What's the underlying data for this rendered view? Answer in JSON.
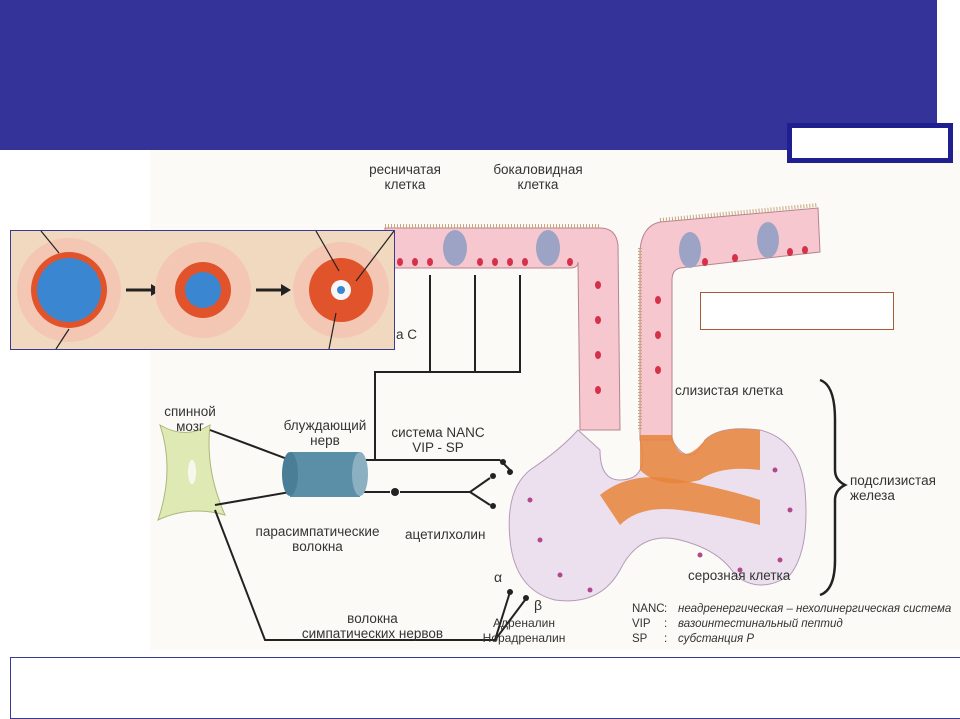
{
  "labels": {
    "ciliated_cell": "ресничатая\nклетка",
    "goblet_cell": "бокаловидная\nклетка",
    "partial_c": "а С",
    "spinal_cord": "спинной\nмозг",
    "vagus_nerve": "блуждающий\nнерв",
    "nanc_system": "система NANC\nVIP - SP",
    "parasympathetic": "парасимпатические\nволокна",
    "acetylcholine": "ацетилхолин",
    "sympathetic": "волокна\nсимпатических нервов",
    "adrenaline": "Адреналин\nНорадреналин",
    "alpha": "α",
    "beta": "β",
    "mucous_cell": "слизистая клетка",
    "submucosal_gland": "подслизистая\nжелеза",
    "serous_cell": "серозная клетка"
  },
  "legend": [
    {
      "key": "NANC",
      "sep": ":",
      "text": "неадренергическая – нехолинергическая система"
    },
    {
      "key": "VIP",
      "sep": ":",
      "text": "вазоинтестинальный пептид"
    },
    {
      "key": "SP",
      "sep": ":",
      "text": "субстанция Р"
    }
  ],
  "colors": {
    "header": "#333399",
    "frame": "#1f1f8f",
    "epithelium": "#f6c7cf",
    "nucleus": "#d6314a",
    "serous": "#e8843a",
    "gland_cell": "#ece0ef",
    "nerve": "#5b8fa8",
    "spinal": "#dfe9b4"
  }
}
